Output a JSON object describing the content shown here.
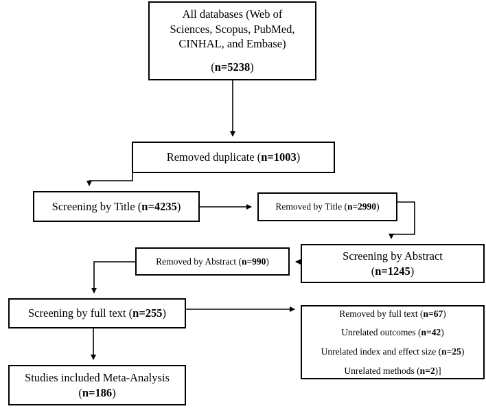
{
  "diagram": {
    "type": "prisma-flow-diagram",
    "title": "PRISMA study selection flow diagram",
    "colors": {
      "box_border": "#000000",
      "box_fill": "#ffffff",
      "connector": "#000000",
      "text": "#000000",
      "background": "#ffffff"
    }
  },
  "nodes": {
    "all_databases": {
      "name": "all-databases",
      "lines": [
        "All databases (Web of",
        "Sciences, Scopus, PubMed,",
        "CINHAL, and Embase)"
      ],
      "count_label": "(n=5238)",
      "count_prefix": "(",
      "count_bold": "n=5238",
      "count_suffix": ")",
      "n": 5238
    },
    "removed_duplicate": {
      "name": "removed-duplicate",
      "text_plain": "Removed duplicate (n=1003)",
      "text_prefix": "Removed duplicate (",
      "text_bold": "n=1003",
      "text_suffix": ")",
      "n": 1003
    },
    "screening_title": {
      "name": "screening-by-title",
      "text_plain": "Screening by Title (n=4235)",
      "text_prefix": "Screening by Title (",
      "text_bold": "n=4235",
      "text_suffix": ")",
      "n": 4235
    },
    "removed_title": {
      "name": "removed-by-title",
      "text_plain": "Removed by Title (n=2990)",
      "text_prefix": "Removed by Title (",
      "text_bold": "n=2990",
      "text_suffix": ")",
      "n": 2990
    },
    "screening_abstract": {
      "name": "screening-by-abstract",
      "lines": [
        "Screening by Abstract"
      ],
      "count_prefix": "(",
      "count_bold": "n=1245",
      "count_suffix": ")",
      "n": 1245
    },
    "removed_abstract": {
      "name": "removed-by-abstract",
      "text_plain": "Removed by Abstract (n=990)",
      "text_prefix": "Removed by Abstract (",
      "text_bold": "n=990",
      "text_suffix": ")",
      "n": 990
    },
    "screening_full_text": {
      "name": "screening-by-full-text",
      "text_plain": "Screening by full text (n=255)",
      "text_prefix": "Screening by full text (",
      "text_bold": "n=255",
      "text_suffix": ")",
      "n": 255
    },
    "excluded_full_text": {
      "name": "excluded-reasons",
      "items": [
        {
          "prefix": "Removed by full text (",
          "bold": "n=67",
          "suffix": ")",
          "n": 67
        },
        {
          "prefix": "Unrelated outcomes (",
          "bold": "n=42",
          "suffix": ")",
          "n": 42
        },
        {
          "prefix": "Unrelated index and effect size (",
          "bold": "n=25",
          "suffix": ")",
          "n": 25
        },
        {
          "prefix": "Unrelated methods (",
          "bold": "n=2",
          "suffix": ")]",
          "n": 2
        }
      ]
    },
    "included_meta_analysis": {
      "name": "studies-included-meta-analysis",
      "lines": [
        "Studies included Meta-Analysis"
      ],
      "count_prefix": "(",
      "count_bold": "n=186",
      "count_suffix": ")",
      "n": 186
    }
  },
  "connectors": [
    {
      "name": "all-databases-to-removed-duplicate",
      "from": "all_databases",
      "to": "removed_duplicate",
      "style": "straight-down",
      "arrow": "down"
    },
    {
      "name": "removed-duplicate-to-screening-title",
      "from": "removed_duplicate",
      "to": "screening_title",
      "style": "elbow-left-down",
      "arrow": "down"
    },
    {
      "name": "screening-title-to-removed-title",
      "from": "screening_title",
      "to": "removed_title",
      "style": "straight-right",
      "arrow": "right"
    },
    {
      "name": "removed-title-to-screening-abstract",
      "from": "removed_title",
      "to": "screening_abstract",
      "style": "elbow-right-down-left",
      "arrow": "down"
    },
    {
      "name": "screening-abstract-to-removed-abstract",
      "from": "screening_abstract",
      "to": "removed_abstract",
      "style": "straight-left",
      "arrow": "left"
    },
    {
      "name": "removed-abstract-to-screening-full-text",
      "from": "removed_abstract",
      "to": "screening_full_text",
      "style": "elbow-left-down",
      "arrow": "down"
    },
    {
      "name": "screening-full-text-to-excluded",
      "from": "screening_full_text",
      "to": "excluded_full_text",
      "style": "straight-right",
      "arrow": "right"
    },
    {
      "name": "screening-full-text-to-included",
      "from": "screening_full_text",
      "to": "included_meta_analysis",
      "style": "straight-down",
      "arrow": "down"
    }
  ]
}
